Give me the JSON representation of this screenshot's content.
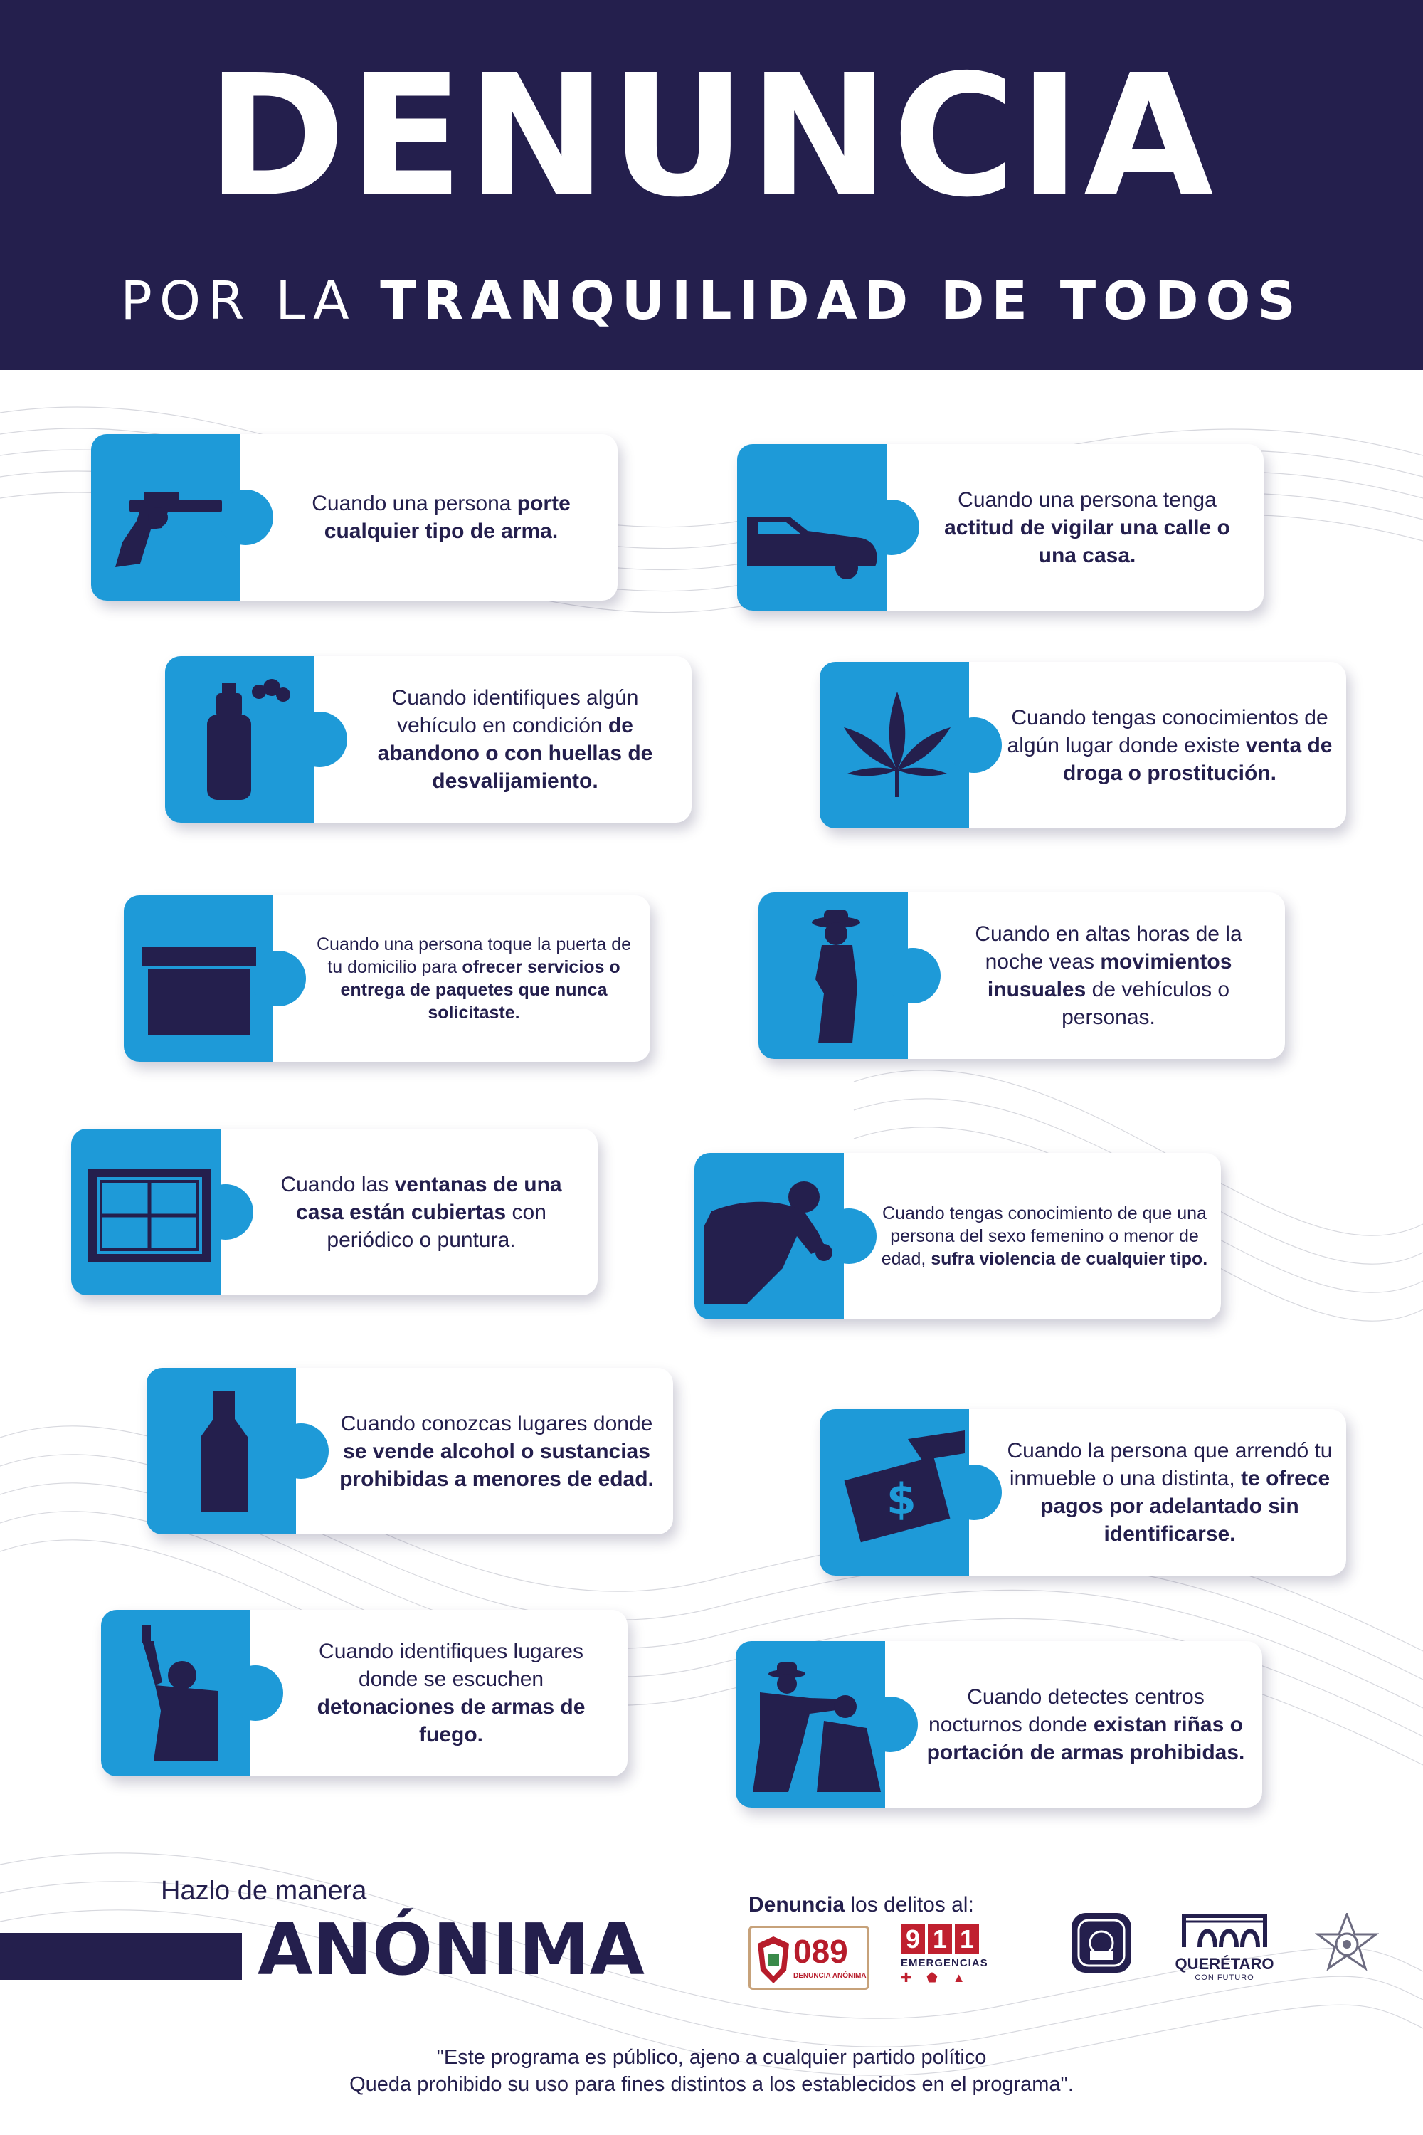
{
  "header": {
    "title": "DENUNCIA",
    "subtitle_light": "POR LA",
    "subtitle_bold": "TRANQUILIDAD DE TODOS"
  },
  "cards": [
    {
      "icon": "revolver-icon",
      "parts": [
        "Cuando una persona ",
        "porte cualquier tipo de arma."
      ]
    },
    {
      "icon": "car-icon",
      "parts": [
        "Cuando una persona tenga ",
        "actitud de vigilar una calle o una casa."
      ]
    },
    {
      "icon": "spray-can-icon",
      "parts": [
        "Cuando identifiques algún vehículo en condición ",
        "de abandono o con huellas de desvalijamiento."
      ]
    },
    {
      "icon": "cannabis-leaf-icon",
      "parts": [
        "Cuando tengas conocimientos de algún lugar donde existe ",
        "venta de droga o prostitución."
      ]
    },
    {
      "icon": "box-icon",
      "parts": [
        "Cuando una persona toque la puerta de tu domicilio para ",
        "ofrecer servicios o entrega de paquetes que nunca solicitaste."
      ]
    },
    {
      "icon": "lurking-person-icon",
      "parts": [
        "Cuando en altas horas de la noche veas ",
        "movimientos inusuales",
        " de vehículos o personas."
      ]
    },
    {
      "icon": "window-icon",
      "parts": [
        "Cuando las ",
        "ventanas de una casa están cubiertas",
        " con periódico o puntura."
      ]
    },
    {
      "icon": "aggressor-icon",
      "parts": [
        "Cuando tengas conocimiento de que una persona del sexo femenino o menor de edad, ",
        "sufra violencia de cualquier tipo."
      ]
    },
    {
      "icon": "bottle-icon",
      "parts": [
        "Cuando conozcas lugares donde ",
        "se vende alcohol o sustancias prohibidas a menores de edad."
      ]
    },
    {
      "icon": "money-bill-icon",
      "parts": [
        "Cuando la persona que arrendó tu inmueble o una distinta, ",
        "te ofrece pagos por adelantado sin identificarse."
      ]
    },
    {
      "icon": "shooter-icon",
      "parts": [
        "Cuando identifiques lugares donde se escuchen ",
        "detonaciones de armas de fuego."
      ]
    },
    {
      "icon": "fight-icon",
      "parts": [
        "Cuando detectes centros nocturnos donde ",
        "existan riñas o portación de armas prohibidas."
      ]
    }
  ],
  "footer": {
    "line1": "Hazlo de manera",
    "line2": "ANÓNIMA",
    "denuncia_bold": "Denuncia",
    "denuncia_rest": " los delitos al:",
    "logo_089": {
      "number": "089",
      "caption": "DENUNCIA ANÓNIMA"
    },
    "logo_911": {
      "digits": [
        "9",
        "1",
        "1"
      ],
      "caption": "EMERGENCIAS"
    },
    "queretaro": {
      "name": "QUERÉTARO",
      "tagline": "CON FUTURO"
    },
    "disclaimer_1": "\"Este programa es público, ajeno a cualquier partido político",
    "disclaimer_2": "Queda prohibido su uso para fines distintos a los establecidos en el programa\"."
  },
  "colors": {
    "navy": "#241f4d",
    "blue": "#1e9ad8",
    "white": "#ffffff"
  }
}
